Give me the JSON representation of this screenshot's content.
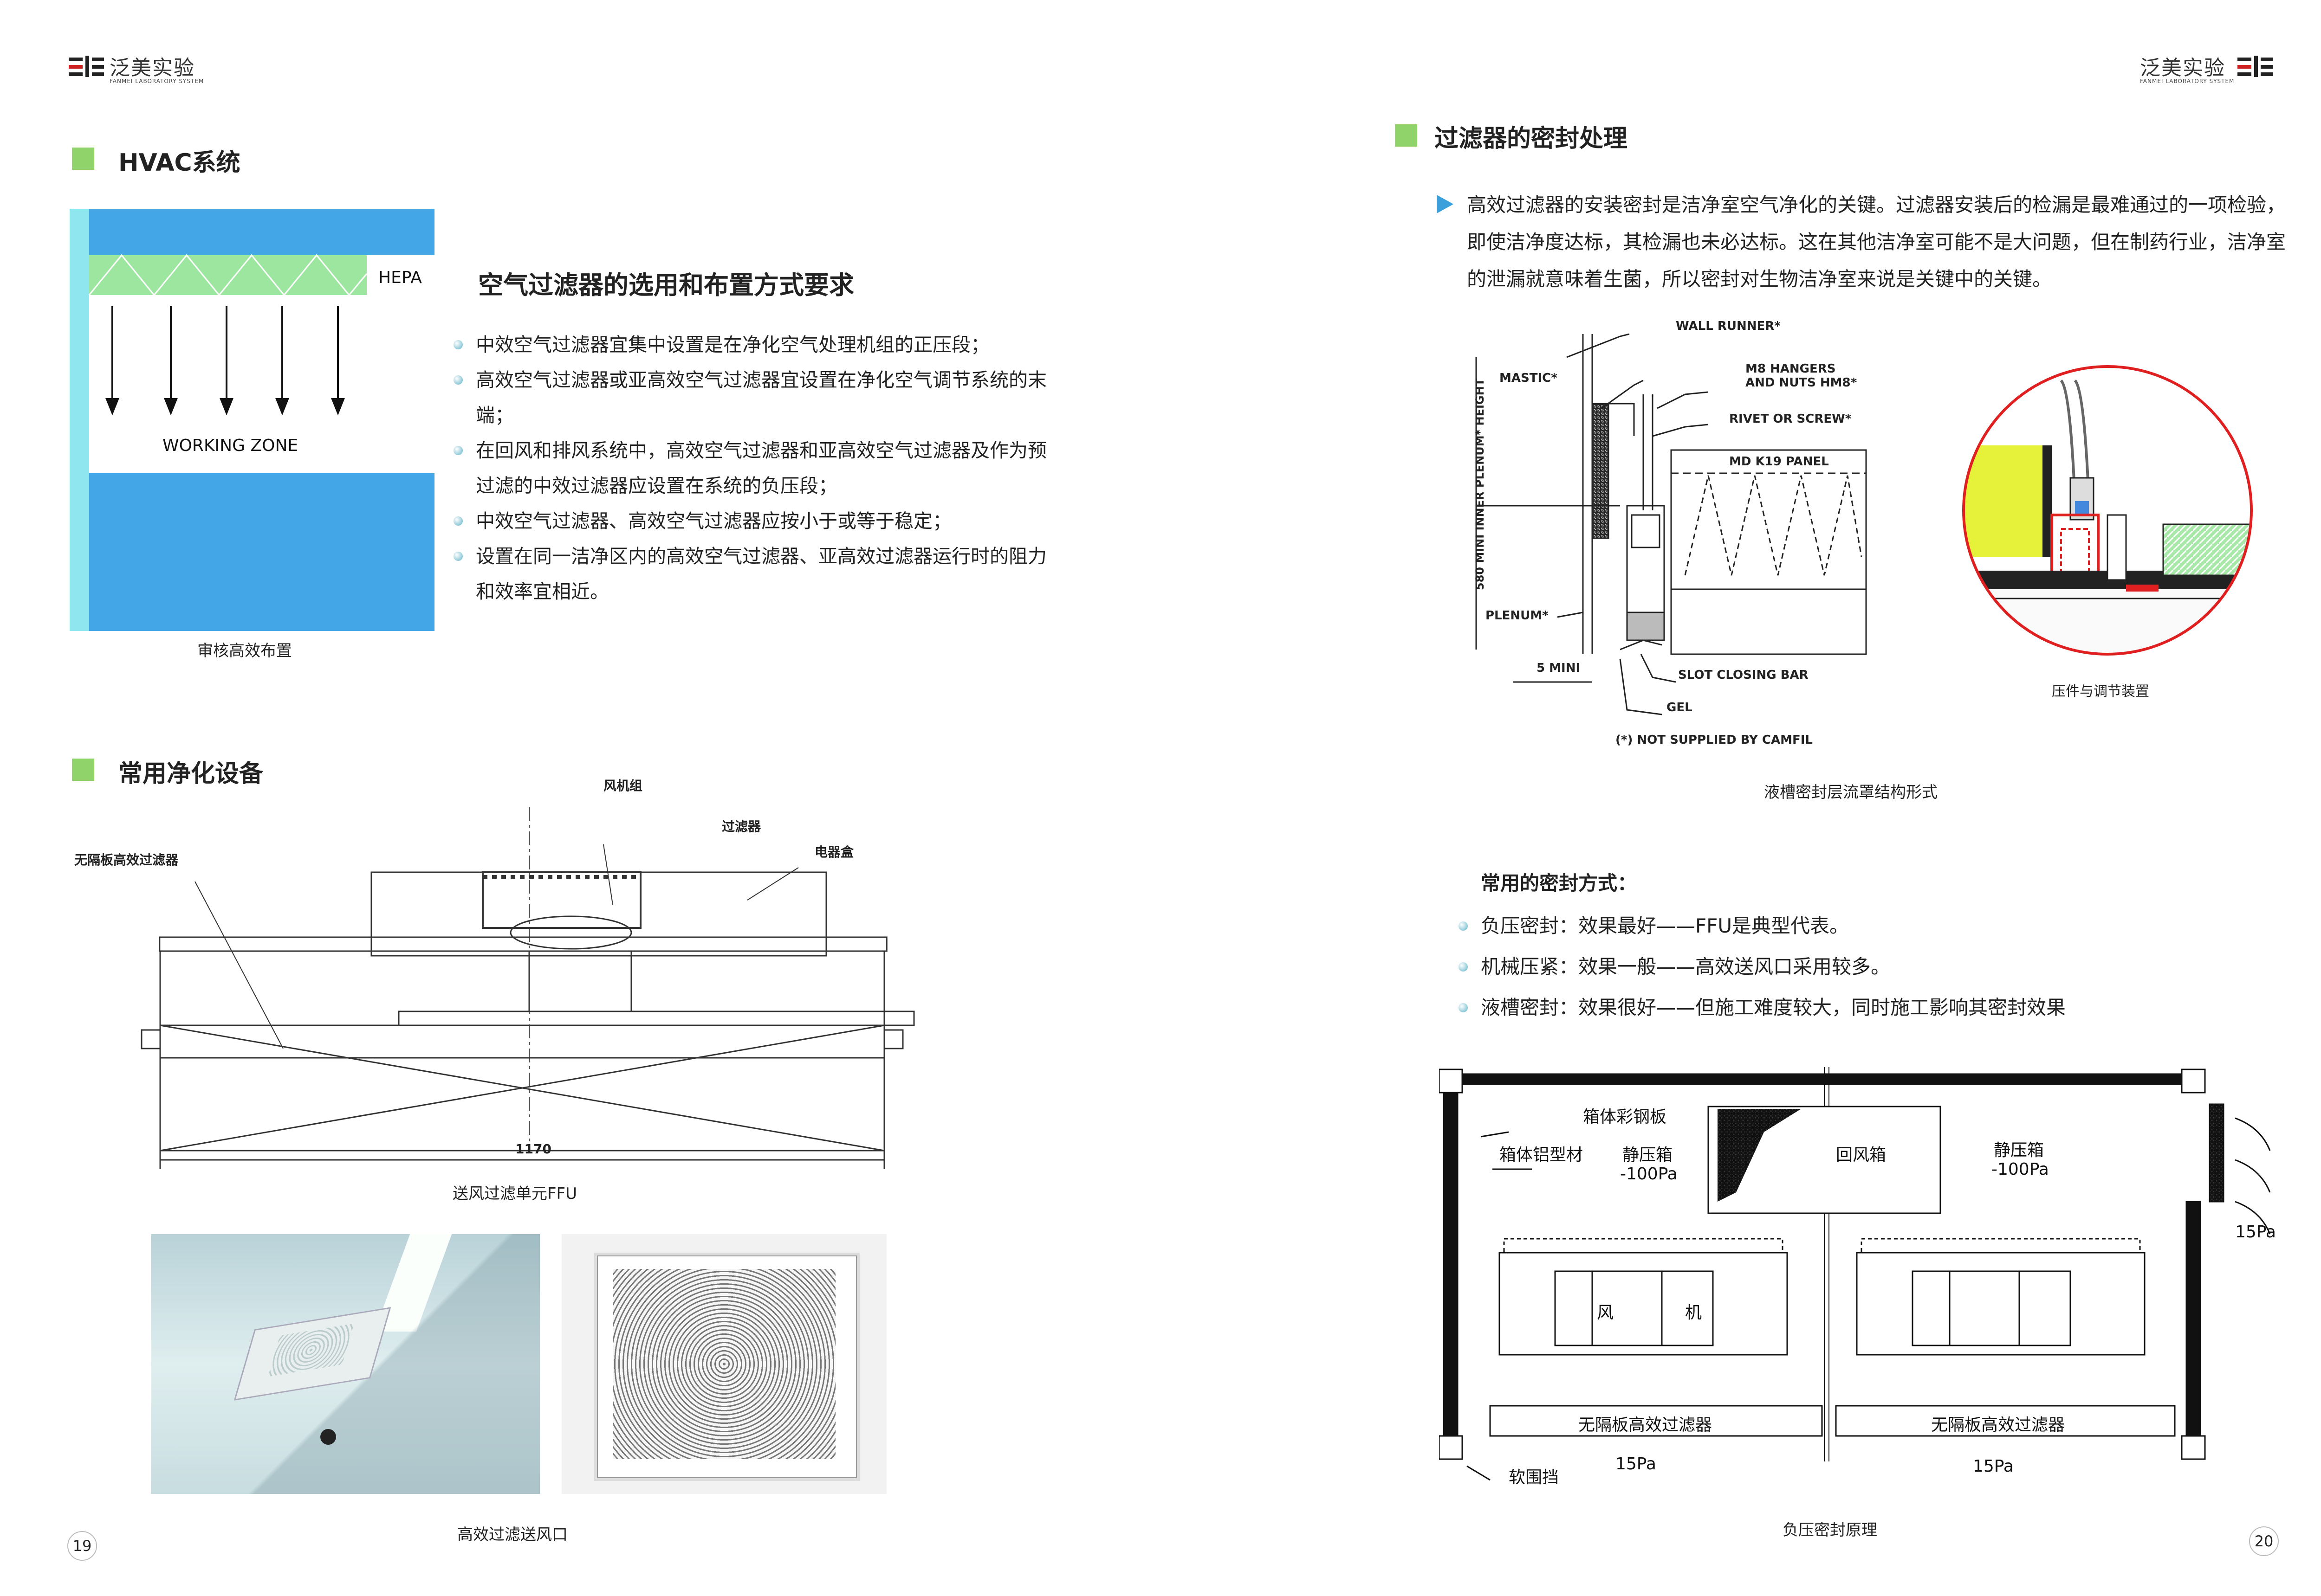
{
  "brand": {
    "name": "泛美实验",
    "sub_left": "FANMEI LABORATORY SYSTEM",
    "sub_right": "FAN MEI"
  },
  "left": {
    "hvac": {
      "title": "HVAC系统",
      "hepa_label": "HEPA",
      "working_zone": "WORKING ZONE",
      "caption": "审核高效布置"
    },
    "filter": {
      "heading": "空气过滤器的选用和布置方式要求",
      "items": [
        "中效空气过滤器宜集中设置是在净化空气处理机组的正压段；",
        "高效空气过滤器或亚高效空气过滤器宜设置在净化空气调节系统的末端；",
        "在回风和排风系统中，高效空气过滤器和亚高效空气过滤器及作为预过滤的中效过滤器应设置在系统的负压段；",
        "中效空气过滤器、高效空气过滤器应按小于或等于稳定；",
        "设置在同一洁净区内的高效空气过滤器、亚高效过滤器运行时的阻力和效率宜相近。"
      ]
    },
    "equipment": {
      "title": "常用净化设备",
      "labels": {
        "fan": "风机组",
        "filter": "过滤器",
        "box": "电器盒",
        "nopleat": "无隔板高效过滤器",
        "dim": "1170"
      },
      "ffu_caption": "送风过滤单元FFU",
      "photo_caption": "高效过滤送风口"
    },
    "page_number": "19"
  },
  "right": {
    "seal": {
      "title": "过滤器的密封处理",
      "intro": "高效过滤器的安装密封是洁净室空气净化的关键。过滤器安装后的检漏是最难通过的一项检验，即使洁净度达标，其检漏也未必达标。这在其他洁净室可能不是大问题，但在制药行业，洁净室的泄漏就意味着生菌，所以密封对生物洁净室来说是关键中的关键。"
    },
    "diagram": {
      "labels": {
        "wall_runner": "WALL RUNNER*",
        "mastic": "MASTIC*",
        "m8": "M8 HANGERS",
        "m8b": "AND NUTS HM8*",
        "rivet": "RIVET OR SCREW*",
        "panel": "MD K19 PANEL",
        "plenum": "PLENUM*",
        "height": "580 MINI INNER PLENUM* HEIGHT",
        "five": "5 MINI",
        "slot": "SLOT CLOSING BAR",
        "gel": "GEL",
        "note": "(*) NOT SUPPLIED BY CAMFIL"
      },
      "caption": "液槽密封层流罩结构形式",
      "detail_caption": "压件与调节装置"
    },
    "methods": {
      "heading": "常用的密封方式：",
      "items": [
        "负压密封：效果最好——FFU是典型代表。",
        "机械压紧：效果一般——高效送风口采用较多。",
        "液槽密封：效果很好——但施工难度较大，同时施工影响其密封效果"
      ]
    },
    "principle": {
      "labels": {
        "steel": "箱体彩钢板",
        "aluminum": "箱体铝型材",
        "static_left": "静压箱",
        "static_left_p": "-100Pa",
        "return": "回风箱",
        "static_right": "静压箱",
        "static_right_p": "-100Pa",
        "p15_side": "15Pa",
        "fan_l": "风",
        "fan_r": "机",
        "filter_l": "无隔板高效过滤器",
        "filter_r": "无隔板高效过滤器",
        "soft": "软围挡",
        "p15_l": "15Pa",
        "p15_r": "15Pa"
      },
      "caption": "负压密封原理"
    },
    "page_number": "20"
  },
  "colors": {
    "blue": "#43a6e6",
    "cyan": "#8fe6ee",
    "green": "#9de6a0",
    "accent": "#8fd36a",
    "red": "#e02020",
    "yellow": "#e6f23a"
  }
}
